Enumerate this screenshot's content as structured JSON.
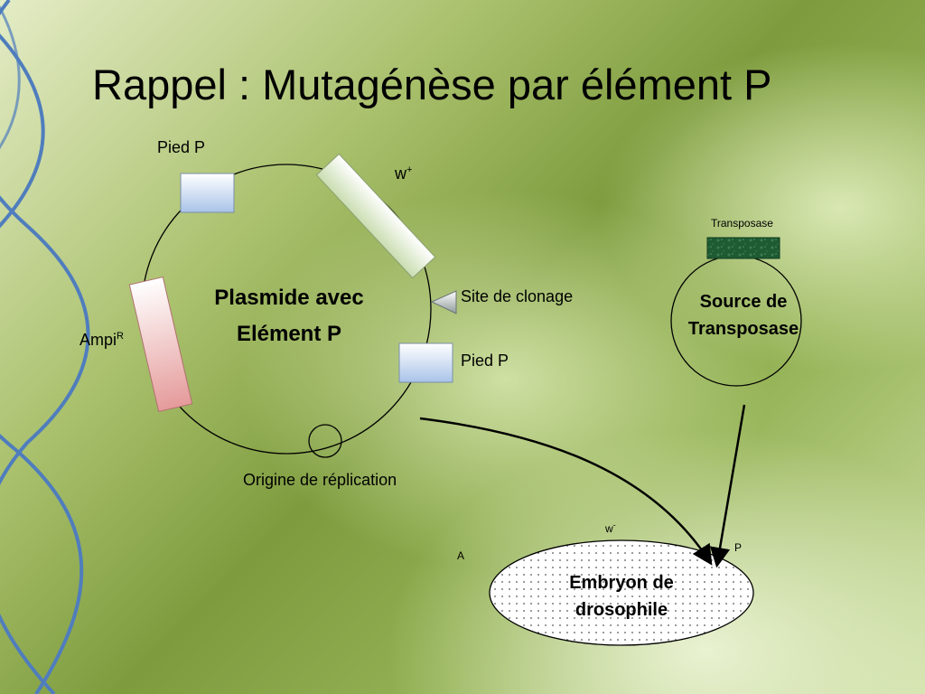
{
  "slide": {
    "title": "Rappel : Mutagénèse par élément P",
    "labels": {
      "pied_p_top": "Pied P",
      "w_plus_base": "w",
      "w_plus_sup": "+",
      "site_clonage": "Site de clonage",
      "pied_p_right": "Pied P",
      "ampi_base": "Ampi",
      "ampi_sup": "R",
      "origine": "Origine de réplication",
      "transposase": "Transposase",
      "w_minus_base": "w",
      "w_minus_sup": "-",
      "a_label": "A",
      "p_label": "P"
    },
    "plasmid": {
      "line1": "Plasmide avec",
      "line2": "Elément P"
    },
    "source": {
      "line1": "Source de",
      "line2": "Transposase"
    },
    "embryo": {
      "line1": "Embryon de",
      "line2": "drosophile"
    },
    "colors": {
      "helix": "#4f7dbd",
      "pied_p_box": "#c8daf2",
      "w_plus_box": "#e6f0d2",
      "ampi_box": "#eab4b4",
      "transposase_box": "#1e5a32"
    }
  }
}
